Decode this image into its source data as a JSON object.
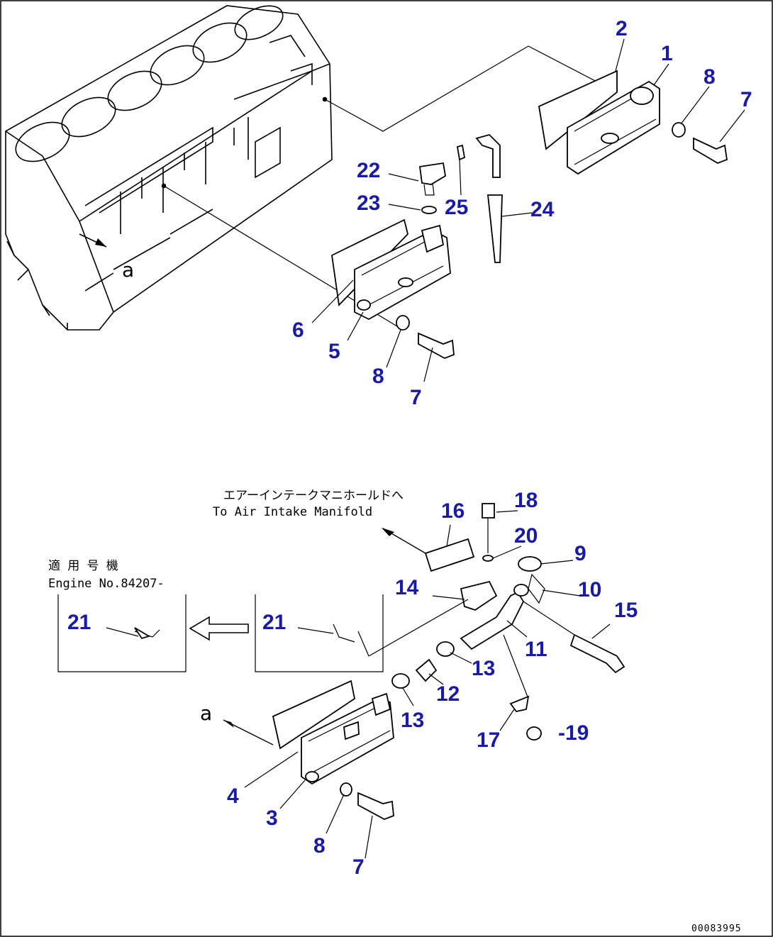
{
  "diagram": {
    "callouts": [
      {
        "id": "c1",
        "label": "1"
      },
      {
        "id": "c2",
        "label": "2"
      },
      {
        "id": "c8a",
        "label": "8"
      },
      {
        "id": "c7a",
        "label": "7"
      },
      {
        "id": "c22",
        "label": "22"
      },
      {
        "id": "c23",
        "label": "23"
      },
      {
        "id": "c25",
        "label": "25"
      },
      {
        "id": "c24",
        "label": "24"
      },
      {
        "id": "c6",
        "label": "6"
      },
      {
        "id": "c5",
        "label": "5"
      },
      {
        "id": "c8b",
        "label": "8"
      },
      {
        "id": "c7b",
        "label": "7"
      },
      {
        "id": "c16",
        "label": "16"
      },
      {
        "id": "c18",
        "label": "18"
      },
      {
        "id": "c20",
        "label": "20"
      },
      {
        "id": "c9",
        "label": "9"
      },
      {
        "id": "c14",
        "label": "14"
      },
      {
        "id": "c10",
        "label": "10"
      },
      {
        "id": "c15",
        "label": "15"
      },
      {
        "id": "c21a",
        "label": "21"
      },
      {
        "id": "c21b",
        "label": "21"
      },
      {
        "id": "c11",
        "label": "11"
      },
      {
        "id": "c13a",
        "label": "13"
      },
      {
        "id": "c12",
        "label": "12"
      },
      {
        "id": "c13b",
        "label": "13"
      },
      {
        "id": "c17",
        "label": "17"
      },
      {
        "id": "c19",
        "label": "-19"
      },
      {
        "id": "c4",
        "label": "4"
      },
      {
        "id": "c3",
        "label": "3"
      },
      {
        "id": "c8c",
        "label": "8"
      },
      {
        "id": "c7c",
        "label": "7"
      }
    ],
    "view_marker_top": "a",
    "view_marker_bottom": "a",
    "note_jp": "エアーインテークマニホールドへ",
    "note_en": "To Air Intake Manifold",
    "serial_jp": "適 用 号 機",
    "serial_en": "Engine No.84207-",
    "doc_number": "00083995"
  }
}
